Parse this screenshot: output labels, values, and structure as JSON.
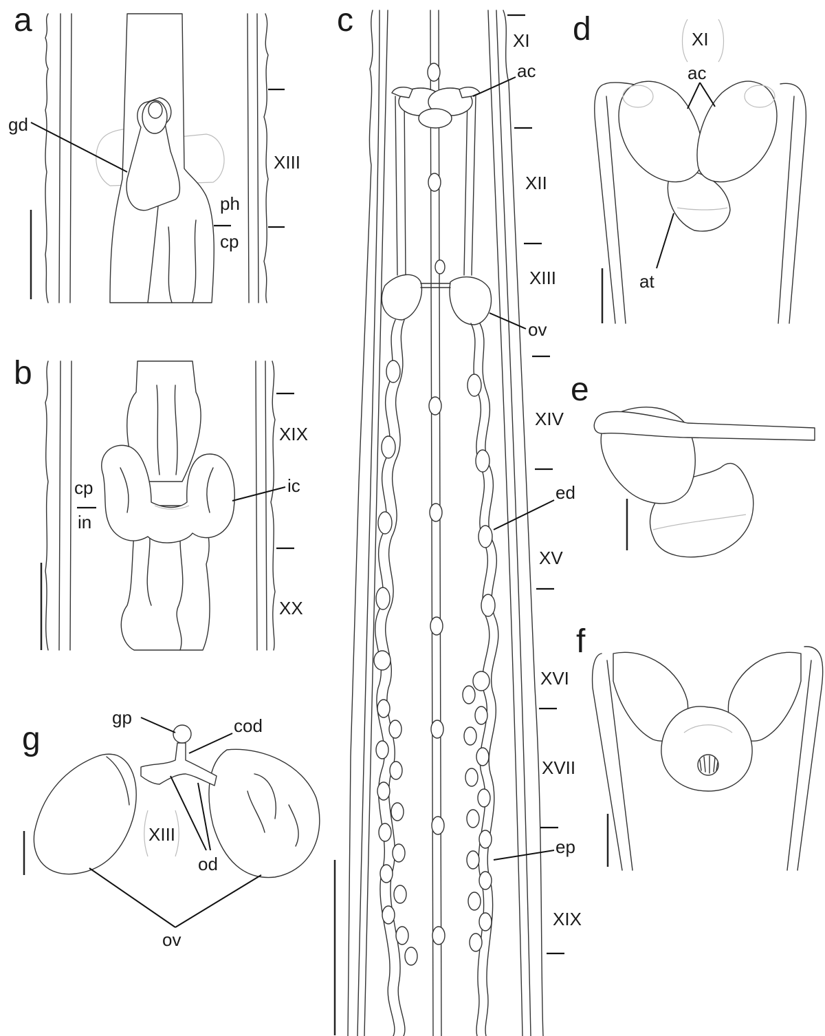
{
  "panels": {
    "a": {
      "letter": "a",
      "labels": {
        "gd": "gd",
        "ph": "ph",
        "cp": "cp"
      },
      "segments": [
        "XIII"
      ]
    },
    "b": {
      "letter": "b",
      "labels": {
        "cp": "cp",
        "in": "in",
        "ic": "ic"
      },
      "segments": [
        "XIX",
        "XX"
      ]
    },
    "c": {
      "letter": "c",
      "labels": {
        "ac": "ac",
        "ov": "ov",
        "ed": "ed",
        "ep": "ep"
      },
      "segments": [
        "XI",
        "XII",
        "XIII",
        "XIV",
        "XV",
        "XVI",
        "XVII",
        "XIX"
      ]
    },
    "d": {
      "letter": "d",
      "labels": {
        "ac": "ac",
        "at": "at"
      },
      "segments": [
        "XI"
      ]
    },
    "e": {
      "letter": "e"
    },
    "f": {
      "letter": "f"
    },
    "g": {
      "letter": "g",
      "labels": {
        "gp": "gp",
        "cod": "cod",
        "od": "od",
        "ov": "ov"
      },
      "segments": [
        "XIII"
      ]
    }
  }
}
